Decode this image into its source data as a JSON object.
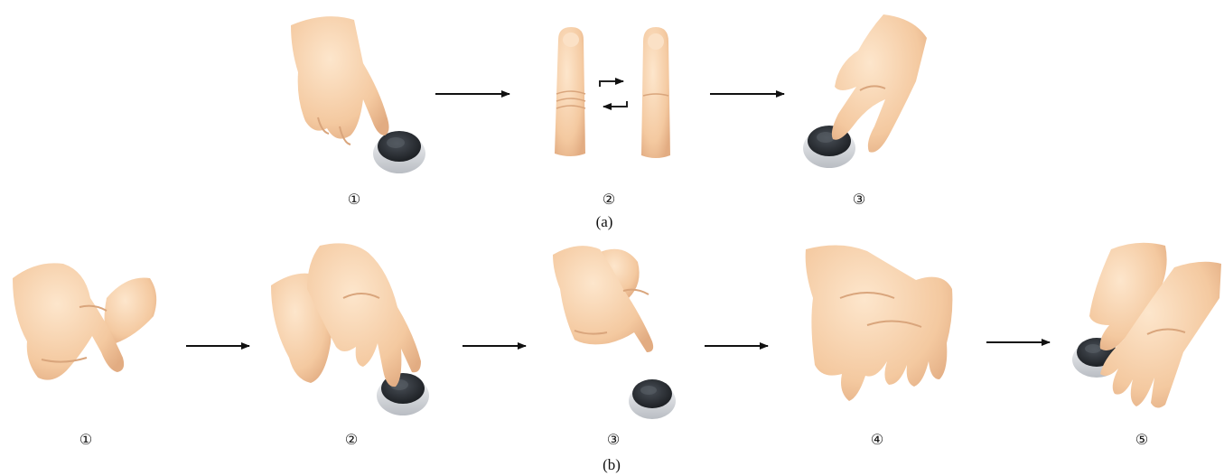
{
  "panel_a": {
    "caption": "(a)",
    "steps": [
      "①",
      "②",
      "③"
    ],
    "illustrations": [
      "hand-pressing-button",
      "finger-swap",
      "other-finger-pressing-button"
    ]
  },
  "panel_b": {
    "caption": "(b)",
    "steps": [
      "①",
      "②",
      "③",
      "④",
      "⑤"
    ],
    "illustrations": [
      "hands-clasped",
      "second-hand-pressing-button",
      "hands-separated",
      "hands-crossed",
      "other-hand-pressing-button"
    ]
  },
  "colors": {
    "skin": "#f6d0a8",
    "skin_shade": "#e3b086",
    "button_dark": "#2e3238",
    "button_ring": "#dfe2e6",
    "arrow": "#111111"
  }
}
